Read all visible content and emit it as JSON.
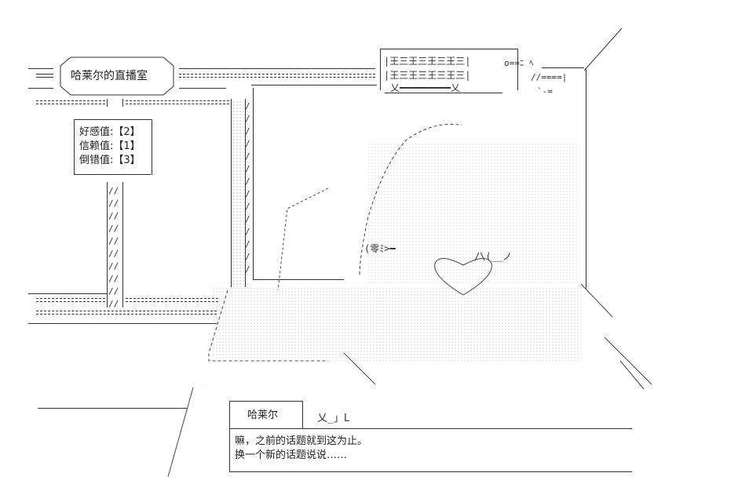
{
  "stream_banner": {
    "title": "哈莱尔的直播室"
  },
  "stats_panel": {
    "rows": [
      {
        "label": "好感值",
        "value": "【2】"
      },
      {
        "label": "信赖值",
        "value": "【1】"
      },
      {
        "label": "倒错值",
        "value": "【3】"
      }
    ]
  },
  "dialogue": {
    "speaker": "哈莱尔",
    "lines": [
      "嘛，之前的话题就到这为止。",
      "换一个新的话题说说……"
    ]
  },
  "ascii_fragments": {
    "sign_row1": "|王三王三王三王三|",
    "sign_row2": "|王三王三王三王三|",
    "sign_bottom": "乂━━━━━━━━━乂",
    "gun_top": "o==ﾆ ﾍ",
    "gun_mid": "//====|",
    "gun_bot": "`-=",
    "rope": "|//|",
    "face_left": "(零ﾐ>━",
    "face_right": "/\\(__ノ",
    "hand_mark": "乂_」L"
  },
  "colors": {
    "ink": "#222222",
    "background": "#ffffff"
  }
}
